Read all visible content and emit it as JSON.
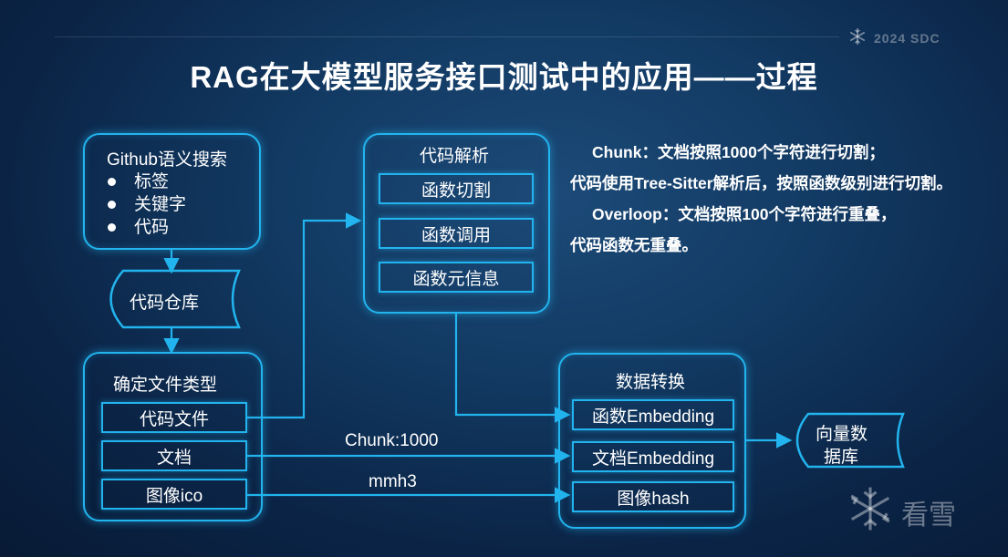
{
  "brand": {
    "text": "2024 SDC",
    "icon": "snowflake-icon"
  },
  "title": "RAG在大模型服务接口测试中的应用——过程",
  "github": {
    "title": "Github语义搜索",
    "items": [
      "标签",
      "关键字",
      "代码"
    ]
  },
  "repo": {
    "label": "代码仓库"
  },
  "filetype": {
    "title": "确定文件类型",
    "items": [
      "代码文件",
      "文档",
      "图像ico"
    ]
  },
  "parse": {
    "title": "代码解析",
    "items": [
      "函数切割",
      "函数调用",
      "函数元信息"
    ]
  },
  "convert": {
    "title": "数据转换",
    "items": [
      "函数Embedding",
      "文档Embedding",
      "图像hash"
    ]
  },
  "vectordb": {
    "line1": "向量数",
    "line2": "据库"
  },
  "edge_labels": {
    "chunk": "Chunk:1000",
    "mmh3": "mmh3"
  },
  "notes": {
    "p1": "Chunk：文档按照1000个字符进行切割；",
    "p2": "代码使用Tree-Sitter解析后，按照函数级别进行切割。",
    "p3": "Overloop：文档按照100个字符进行重叠，",
    "p4": "代码函数无重叠。"
  },
  "watermark": {
    "text": "看雪",
    "icon": "snowflake-icon"
  },
  "colors": {
    "accent": "#22b4ee",
    "background": "#123a63"
  }
}
